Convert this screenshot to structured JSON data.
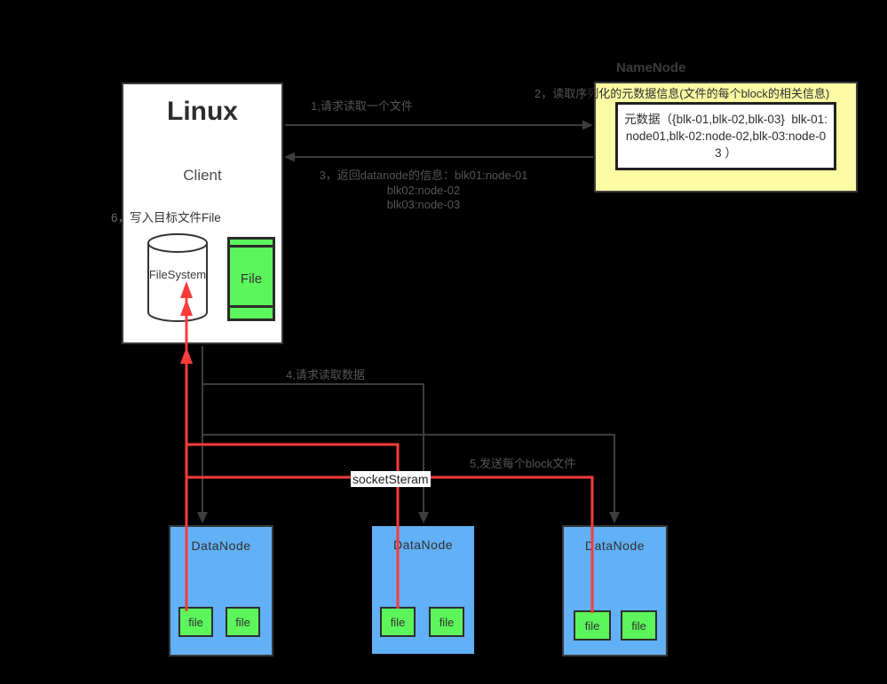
{
  "diagram": {
    "background": "#000000",
    "colors": {
      "client_fill": "#ffffff",
      "namenode_fill": "#fbfba3",
      "datanode_fill": "#62b0f5",
      "file_fill": "#5cf55c",
      "red_arrow": "#fa3c3c",
      "gray_line": "#3d3d3d"
    },
    "client": {
      "title": "Linux",
      "subtitle": "Client",
      "filesystem_label": "FileSystem",
      "file_label": "File"
    },
    "namenode": {
      "title": "NameNode",
      "metadata_text": "元数据（{blk-01,blk-02,blk-03}  blk-01:node01,blk-02:node-02,blk-03:node-03 ）"
    },
    "steps": {
      "step1": "1,请求读取一个文件",
      "step2_prefix": "2，读取序",
      "step2_suffix": "列化的元数据信息(文件的每个block的相关信息)",
      "step3_line1": "3，返回datanode的信息：blk01:node-01",
      "step3_line2": "blk02:node-02",
      "step3_line3": "blk03:node-03",
      "step4": "4,请求读取数据",
      "step5": "5,发送每个block文件",
      "step6_prefix": "6，",
      "step6_suffix": "写入目标文件File",
      "socket_stream_label": "socketSteram"
    },
    "datanodes": [
      {
        "title": "DataNode",
        "files": [
          "file",
          "file"
        ]
      },
      {
        "title": "DataNode",
        "files": [
          "file",
          "file"
        ]
      },
      {
        "title": "DataNode",
        "files": [
          "file",
          "file"
        ]
      }
    ]
  }
}
